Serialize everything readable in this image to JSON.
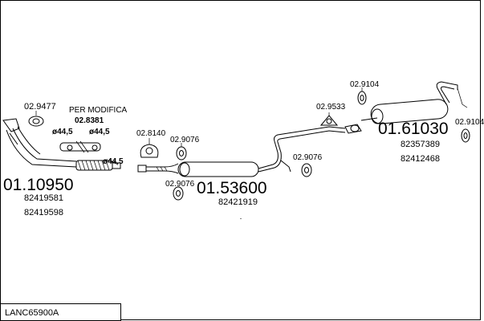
{
  "diagram": {
    "kit_reference": "LANC65900A",
    "groups": [
      {
        "main_part": "01.10950",
        "oem_numbers": [
          "82419581",
          "82419598"
        ]
      },
      {
        "main_part": "01.53600",
        "oem_numbers": [
          "82421919"
        ]
      },
      {
        "main_part": "01.61030",
        "oem_numbers": [
          "82357389",
          "82412468"
        ]
      }
    ],
    "note": {
      "title": "PER MODIFICA",
      "part": "02.8381"
    },
    "diameters": [
      "ø44,5",
      "ø44,5",
      "ø44,5"
    ],
    "accessories": [
      "02.9477",
      "02.8140",
      "02.9076",
      "02.9076",
      "02.9076",
      "02.9533",
      "02.9104",
      "02.9104"
    ],
    "stroke_color": "#000000",
    "background_color": "#ffffff"
  }
}
